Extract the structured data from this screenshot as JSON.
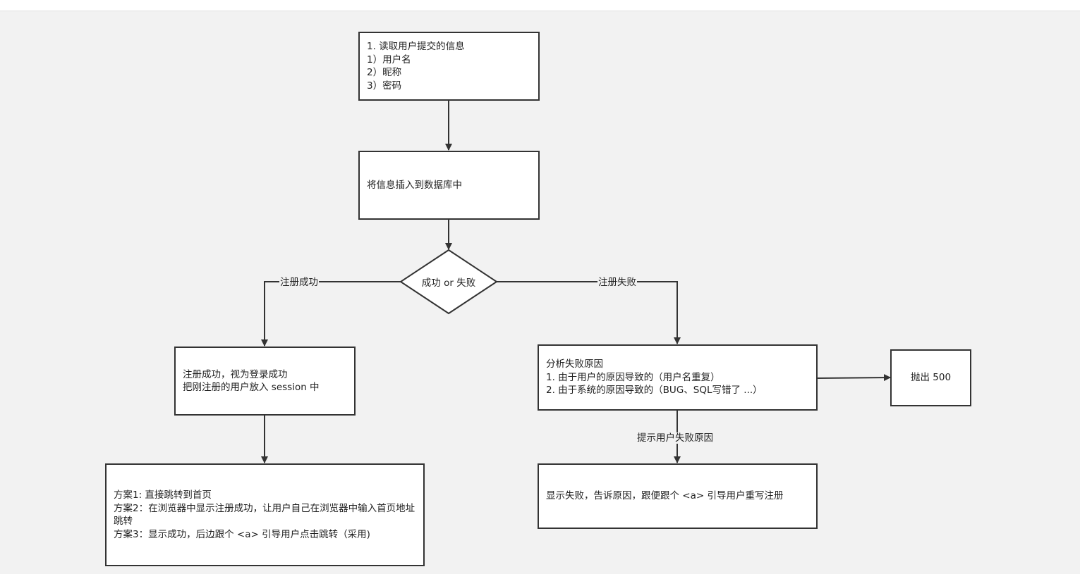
{
  "nodes": {
    "read_info": {
      "lines": [
        "1. 读取用户提交的信息",
        "1）用户名",
        "2）昵称",
        "3）密码"
      ]
    },
    "insert_db": {
      "text": "将信息插入到数据库中"
    },
    "decision": {
      "text": "成功 or 失败"
    },
    "register_success": {
      "lines": [
        "注册成功，视为登录成功",
        "把刚注册的用户放入 session 中"
      ]
    },
    "analyze_failure": {
      "lines": [
        "分析失败原因",
        "1. 由于用户的原因导致的（用户名重复）",
        "2. 由于系统的原因导致的（BUG、SQL写错了 ...）"
      ]
    },
    "throw_500": {
      "text": "抛出 500"
    },
    "plans": {
      "lines": [
        "方案1: 直接跳转到首页",
        "方案2：在浏览器中显示注册成功，让用户自己在浏览器中输入首页地址跳转",
        "方案3：显示成功，后边跟个 <a> 引导用户点击跳转（采用)"
      ]
    },
    "show_failure": {
      "text": "显示失败，告诉原因，跟便跟个 <a> 引导用户重写注册"
    }
  },
  "edge_labels": {
    "success": "注册成功",
    "failure": "注册失败",
    "hint": "提示用户失败原因"
  },
  "colors": {
    "background": "#f2f2f2",
    "node_fill": "#ffffff",
    "stroke": "#333333"
  }
}
